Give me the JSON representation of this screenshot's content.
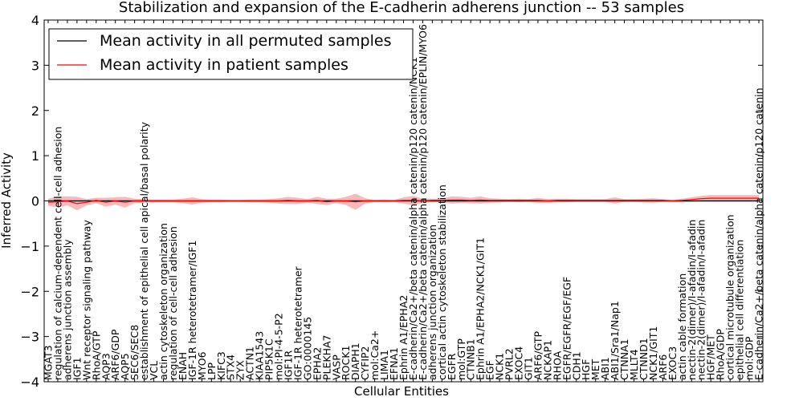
{
  "chart_data": {
    "type": "line",
    "title": "Stabilization and expansion of the E-cadherin adherens junction -- 53 samples",
    "xlabel": "Cellular Entities",
    "ylabel": "Inferred Activity",
    "ylim": [
      -4,
      4
    ],
    "yticks": [
      -4,
      -3,
      -2,
      -1,
      0,
      1,
      2,
      3,
      4
    ],
    "grid": false,
    "legend_position": "top-left",
    "colors": {
      "permuted": "#000000",
      "patient": "#ff0000",
      "patient_band": "#f08080",
      "permuted_band": "#aaaaaa"
    },
    "categories": [
      "MGAT3",
      "regulation of calcium-dependent cell-cell adhesion",
      "adherens junction assembly",
      "IGF1",
      "Wnt receptor signaling pathway",
      "RhoA/GTP",
      "AQP3",
      "ARF6/GDP",
      "AQP5",
      "SEC6/SEC8",
      "establishment of epithelial cell apical/basal polarity",
      "VCL",
      "actin cytoskeleton organization",
      "regulation of cell-cell adhesion",
      "ENAH",
      "IGF-1R heterotetramer/IGF1",
      "MYO6",
      "LPP",
      "KIFC3",
      "STX4",
      "ZYX",
      "ACTN1",
      "KIAA1543",
      "PIP5K1C",
      "mol:PI-4-5-P2",
      "IGF1R",
      "IGF-1R heterotetramer",
      "GO:0000145",
      "EPHA2",
      "PLEKHA7",
      "VASP",
      "ROCK1",
      "DIAPH1",
      "CYFIP2",
      "mol:Ca2+",
      "LIMA1",
      "EFNA1",
      "Ephrin A1/EPHA2",
      "E-cadherin/Ca2+/beta catenin/alpha catenin/p120 catenin/NCK1",
      "E-cadherin/Ca2+/beta catenin/alpha catenin/p120 catenin/EPLIN/MYO6",
      "adherens junction organization",
      "cortical actin cytoskeleton stabilization",
      "EGFR",
      "mol:GTP",
      "CTNNB1",
      "Ephrin A1/EPHA2/NCK1/GIT1",
      "EGF",
      "NCK1",
      "PVRL2",
      "EXOC4",
      "GIT1",
      "ARF6/GTP",
      "NCKAP1",
      "RHOA",
      "EGFR/EGFR/EGF/EGF",
      "CDH1",
      "HGF",
      "MET",
      "ABI1",
      "ABI1/Sra1/Nap1",
      "CTNNA1",
      "MLLT4",
      "CTNND1",
      "NCK1/GIT1",
      "ARF6",
      "EXOC3",
      "actin cable formation",
      "nectin-2(dimer)/I-afadin/I-afadin",
      "nectin-2(dimer)/I-afadin/I-afadin",
      "HGF/MET",
      "RhoA/GDP",
      "cortical microtubule organization",
      "epithelial cell differentiation",
      "mol:GDP",
      "E-cadherin/Ca2+/beta catenin/alpha catenin/p120 catenin"
    ],
    "series": [
      {
        "name": "Mean activity in all permuted samples",
        "values": [
          0,
          0,
          0,
          0,
          0,
          0,
          0,
          0,
          0,
          0,
          0,
          0,
          0,
          0,
          0,
          0,
          0,
          0,
          0,
          0,
          0,
          0,
          0,
          0,
          0,
          0,
          0,
          0,
          0,
          0,
          0,
          0,
          0,
          0,
          0,
          0,
          0,
          0,
          0,
          0,
          0,
          0,
          0,
          0,
          0,
          0,
          0,
          0,
          0,
          0,
          0,
          0,
          0,
          0,
          0,
          0,
          0,
          0,
          0,
          0,
          0,
          0,
          0,
          0,
          0,
          0,
          0,
          0,
          0,
          0,
          0,
          0,
          0,
          0,
          0
        ],
        "spread": [
          0.03,
          0.03,
          0.03,
          0.03,
          0.03,
          0.03,
          0.03,
          0.03,
          0.03,
          0.03,
          0.03,
          0.03,
          0.03,
          0.03,
          0.03,
          0.03,
          0.03,
          0.03,
          0.03,
          0.03,
          0.03,
          0.03,
          0.03,
          0.03,
          0.03,
          0.03,
          0.03,
          0.03,
          0.03,
          0.03,
          0.03,
          0.03,
          0.03,
          0.03,
          0.03,
          0.03,
          0.03,
          0.03,
          0.03,
          0.03,
          0.03,
          0.03,
          0.03,
          0.03,
          0.03,
          0.03,
          0.03,
          0.03,
          0.03,
          0.03,
          0.03,
          0.03,
          0.03,
          0.03,
          0.03,
          0.03,
          0.03,
          0.03,
          0.03,
          0.03,
          0.03,
          0.03,
          0.03,
          0.03,
          0.03,
          0.03,
          0.03,
          0.03,
          0.03,
          0.03,
          0.03,
          0.03,
          0.03,
          0.03,
          0.03
        ]
      },
      {
        "name": "Mean activity in patient samples",
        "values": [
          -0.03,
          -0.02,
          0.0,
          -0.06,
          -0.03,
          0.01,
          -0.03,
          0.0,
          -0.03,
          0.0,
          0.0,
          0.0,
          0.0,
          0.0,
          0.0,
          0.0,
          0.0,
          0.0,
          0.0,
          0.0,
          0.0,
          0.0,
          0.0,
          0.0,
          0.0,
          0.01,
          0.0,
          0.0,
          0.01,
          -0.02,
          0.0,
          0.0,
          -0.02,
          0.0,
          0.0,
          0.0,
          0.0,
          0.01,
          0.01,
          0.0,
          0.01,
          0.01,
          0.02,
          0.02,
          0.01,
          0.02,
          0.01,
          0.01,
          0.01,
          0.01,
          0.01,
          0.01,
          0.0,
          0.01,
          0.01,
          0.01,
          0.01,
          0.01,
          0.01,
          0.01,
          0.01,
          0.01,
          0.01,
          0.01,
          0.01,
          0.0,
          0.01,
          0.03,
          0.05,
          0.06,
          0.06,
          0.06,
          0.06,
          0.06,
          0.06
        ],
        "spread": [
          0.08,
          0.12,
          0.1,
          0.15,
          0.07,
          0.06,
          0.1,
          0.08,
          0.12,
          0.05,
          0.04,
          0.03,
          0.03,
          0.03,
          0.05,
          0.08,
          0.04,
          0.03,
          0.03,
          0.02,
          0.02,
          0.03,
          0.03,
          0.04,
          0.06,
          0.08,
          0.07,
          0.04,
          0.08,
          0.07,
          0.05,
          0.09,
          0.18,
          0.06,
          0.02,
          0.03,
          0.02,
          0.07,
          0.1,
          0.05,
          0.04,
          0.04,
          0.08,
          0.07,
          0.06,
          0.08,
          0.05,
          0.04,
          0.03,
          0.04,
          0.03,
          0.06,
          0.04,
          0.04,
          0.04,
          0.03,
          0.03,
          0.03,
          0.03,
          0.07,
          0.03,
          0.03,
          0.04,
          0.05,
          0.03,
          0.02,
          0.04,
          0.05,
          0.06,
          0.07,
          0.07,
          0.07,
          0.07,
          0.07,
          0.07
        ]
      }
    ]
  }
}
